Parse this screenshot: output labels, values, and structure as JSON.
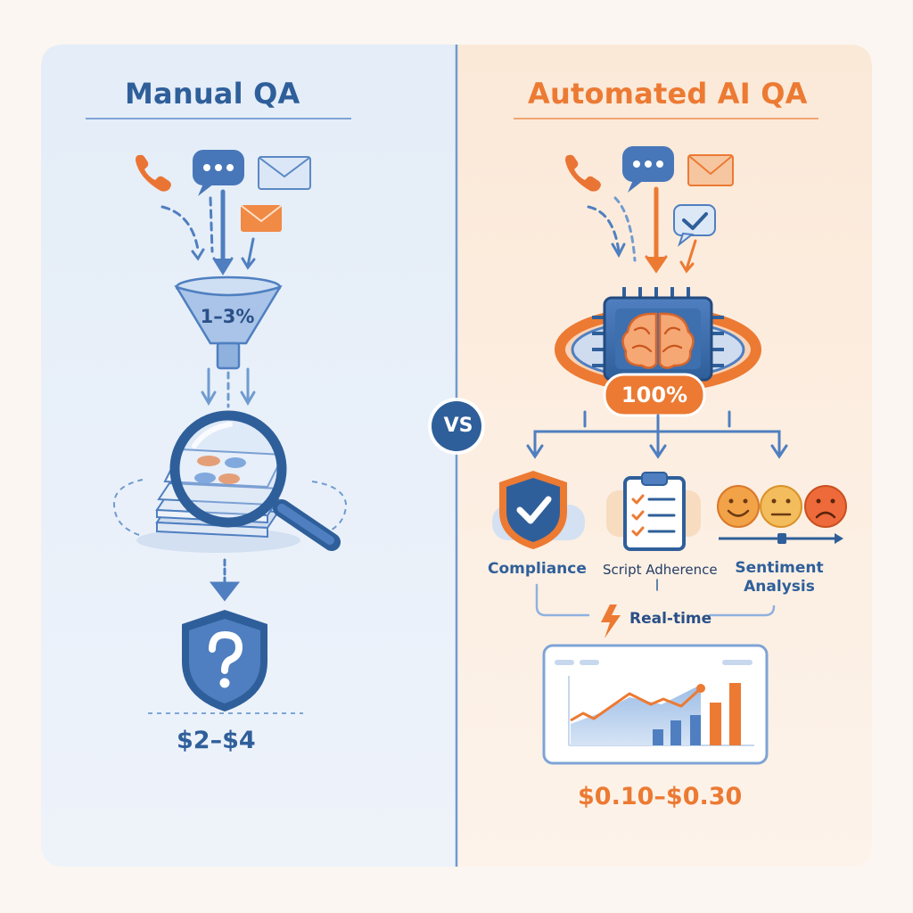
{
  "manual": {
    "title": "Manual QA",
    "sample_rate": "1–3%",
    "cost": "$2–$4"
  },
  "vs_label": "VS",
  "automated": {
    "title": "Automated AI QA",
    "coverage": "100%",
    "outputs": {
      "compliance": "Compliance",
      "script_adherence": "Script Adherence",
      "sentiment": "Sentiment Analysis"
    },
    "realtime_label": "Real-time",
    "cost": "$0.10–$0.30"
  },
  "icons": [
    "phone-icon",
    "chat-bubble-icon",
    "envelope-icon",
    "funnel-icon",
    "magnifier-icon",
    "document-stack-icon",
    "shield-question-icon",
    "brain-chip-icon",
    "shield-check-icon",
    "clipboard-checklist-icon",
    "happy-face-icon",
    "neutral-face-icon",
    "sad-face-icon",
    "lightning-icon",
    "dashboard-chart-icon"
  ],
  "colors": {
    "manual_blue": "#2f5f9a",
    "automated_orange": "#ec7a33",
    "manual_panel_bg": "#e7eff9",
    "automated_panel_bg": "#fcefe3"
  }
}
